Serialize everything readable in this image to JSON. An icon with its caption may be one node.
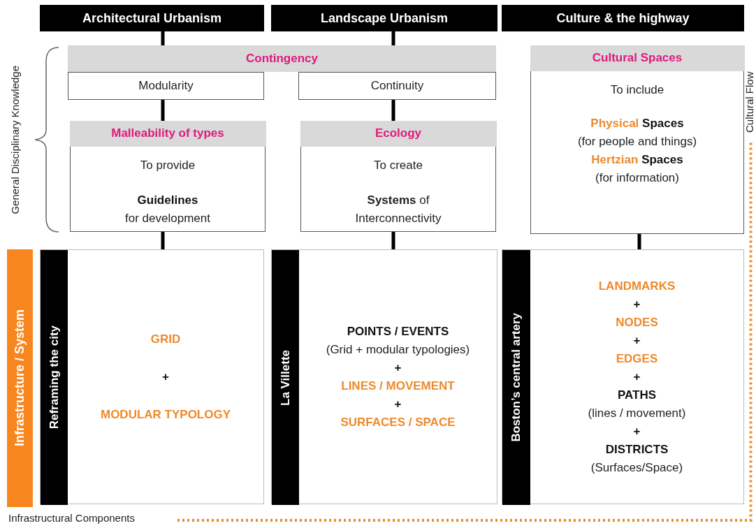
{
  "diagram": {
    "nodes": [
      {
        "text": [
          "Architectural Urbanism"
        ]
      },
      {
        "text": [
          "Landscape Urbanism"
        ]
      },
      {
        "text": [
          "Culture & the highway"
        ]
      },
      {
        "text": [
          "Contingency"
        ]
      },
      {
        "text": [
          "Modularity"
        ]
      },
      {
        "text": [
          "Continuity"
        ]
      },
      {
        "text": [
          "Cultural Spaces",
          "To include",
          "*Physical* Spaces",
          "(for people and things)",
          "*Hertzian* Spaces",
          "(for information)"
        ]
      },
      {
        "text": [
          "Malleability of types",
          "To provide",
          "Guidelines",
          "for development"
        ]
      },
      {
        "text": [
          "Ecology",
          "To create",
          "**Systems** of",
          "Interconnectivity"
        ]
      },
      {
        "text": [
          "Infrastructure / System"
        ]
      },
      {
        "text": [
          "GRID",
          "+",
          "MODULAR TYPOLOGY"
        ]
      },
      {
        "text": [
          "Reframing the city"
        ],
        "in": 10
      },
      {
        "text": [
          "POINTS / EVENTS",
          "(Grid + modular typologies)",
          "+",
          "LINES / MOVEMENT",
          "+",
          "SURFACES / SPACE"
        ]
      },
      {
        "text": [
          "La Villette"
        ],
        "in": 12
      },
      {
        "text": [
          "LANDMARKS",
          "+",
          "NODES",
          "+",
          "EDGES",
          "+",
          "PATHS",
          "(lines / movement)",
          "+",
          "DISTRICTS",
          "(Surfaces/Space)"
        ]
      },
      {
        "text": [
          "Boston’s central artery"
        ],
        "in": 14
      },
      {
        "text": [
          "Infrastructural Components"
        ]
      },
      {
        "text": [
          "Cultural Flow"
        ]
      }
    ],
    "edges": [
      {
        "from": 0,
        "to": 3,
        "arrow": "none"
      },
      {
        "from": 1,
        "to": 3,
        "arrow": "none"
      },
      {
        "from": 4,
        "to": 7,
        "arrow": "none"
      },
      {
        "from": 5,
        "to": 8,
        "arrow": "none"
      },
      {
        "from": 7,
        "to": 10,
        "arrow": "none"
      },
      {
        "from": 8,
        "to": 12,
        "arrow": "none"
      },
      {
        "from": 6,
        "to": 14,
        "arrow": "none"
      },
      {
        "from": 16,
        "to": 17,
        "arrow": "none",
        "style": "dashed",
        "color": "#ee8a2b"
      }
    ],
    "labels": [
      "General Disciplinary Knowledge"
    ]
  }
}
